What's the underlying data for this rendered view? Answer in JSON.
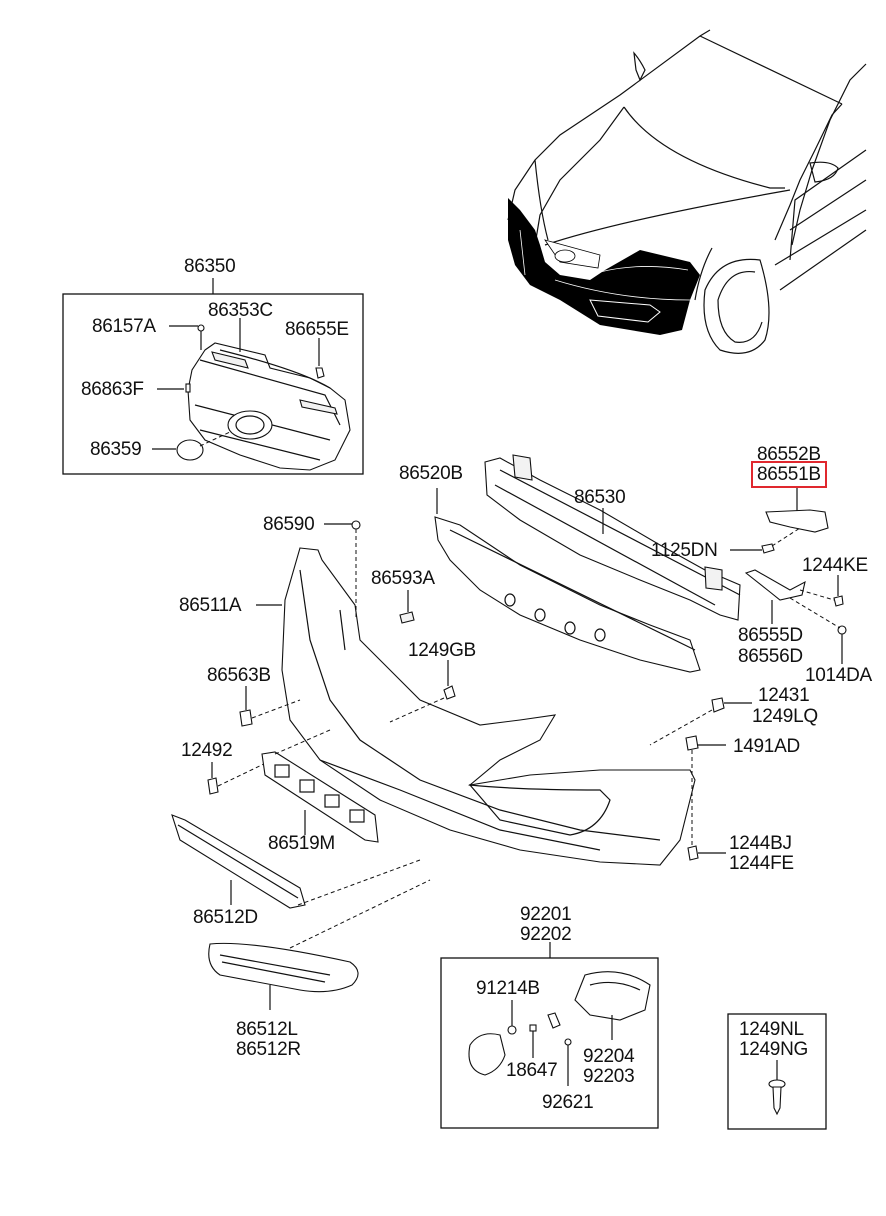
{
  "diagram": {
    "type": "exploded-parts-diagram",
    "subject": "front bumper assembly",
    "highlight_color": "#e0282e",
    "highlighted_part": "86551B",
    "groups": {
      "radiator_grille": {
        "assembly": "86350",
        "parts": [
          "86157A",
          "86353C",
          "86655E",
          "86863F",
          "86359"
        ]
      },
      "fog_lamp": {
        "assembly": [
          "92201",
          "92202"
        ],
        "parts": [
          "91214B",
          "18647",
          "92204",
          "92203",
          "92621"
        ]
      },
      "screw_box": {
        "parts": [
          "1249NL",
          "1249NG"
        ]
      }
    },
    "labels": {
      "l86350": "86350",
      "l86157A": "86157A",
      "l86353C": "86353C",
      "l86655E": "86655E",
      "l86863F": "86863F",
      "l86359": "86359",
      "l86552B": "86552B",
      "l86551B": "86551B",
      "l86520B": "86520B",
      "l86530": "86530",
      "l86590": "86590",
      "l1125DN": "1125DN",
      "l1244KE": "1244KE",
      "l86593A": "86593A",
      "l86511A": "86511A",
      "l86555D": "86555D",
      "l86556D": "86556D",
      "l1014DA": "1014DA",
      "l1249GB": "1249GB",
      "l86563B": "86563B",
      "l12431": "12431",
      "l1249LQ": "1249LQ",
      "l12492": "12492",
      "l1491AD": "1491AD",
      "l86519M": "86519M",
      "l1244BJ": "1244BJ",
      "l1244FE": "1244FE",
      "l86512D": "86512D",
      "l92201": "92201",
      "l92202": "92202",
      "l91214B": "91214B",
      "l1249NL": "1249NL",
      "l1249NG": "1249NG",
      "l86512L": "86512L",
      "l86512R": "86512R",
      "l18647": "18647",
      "l92204": "92204",
      "l92203": "92203",
      "l92621": "92621"
    }
  }
}
